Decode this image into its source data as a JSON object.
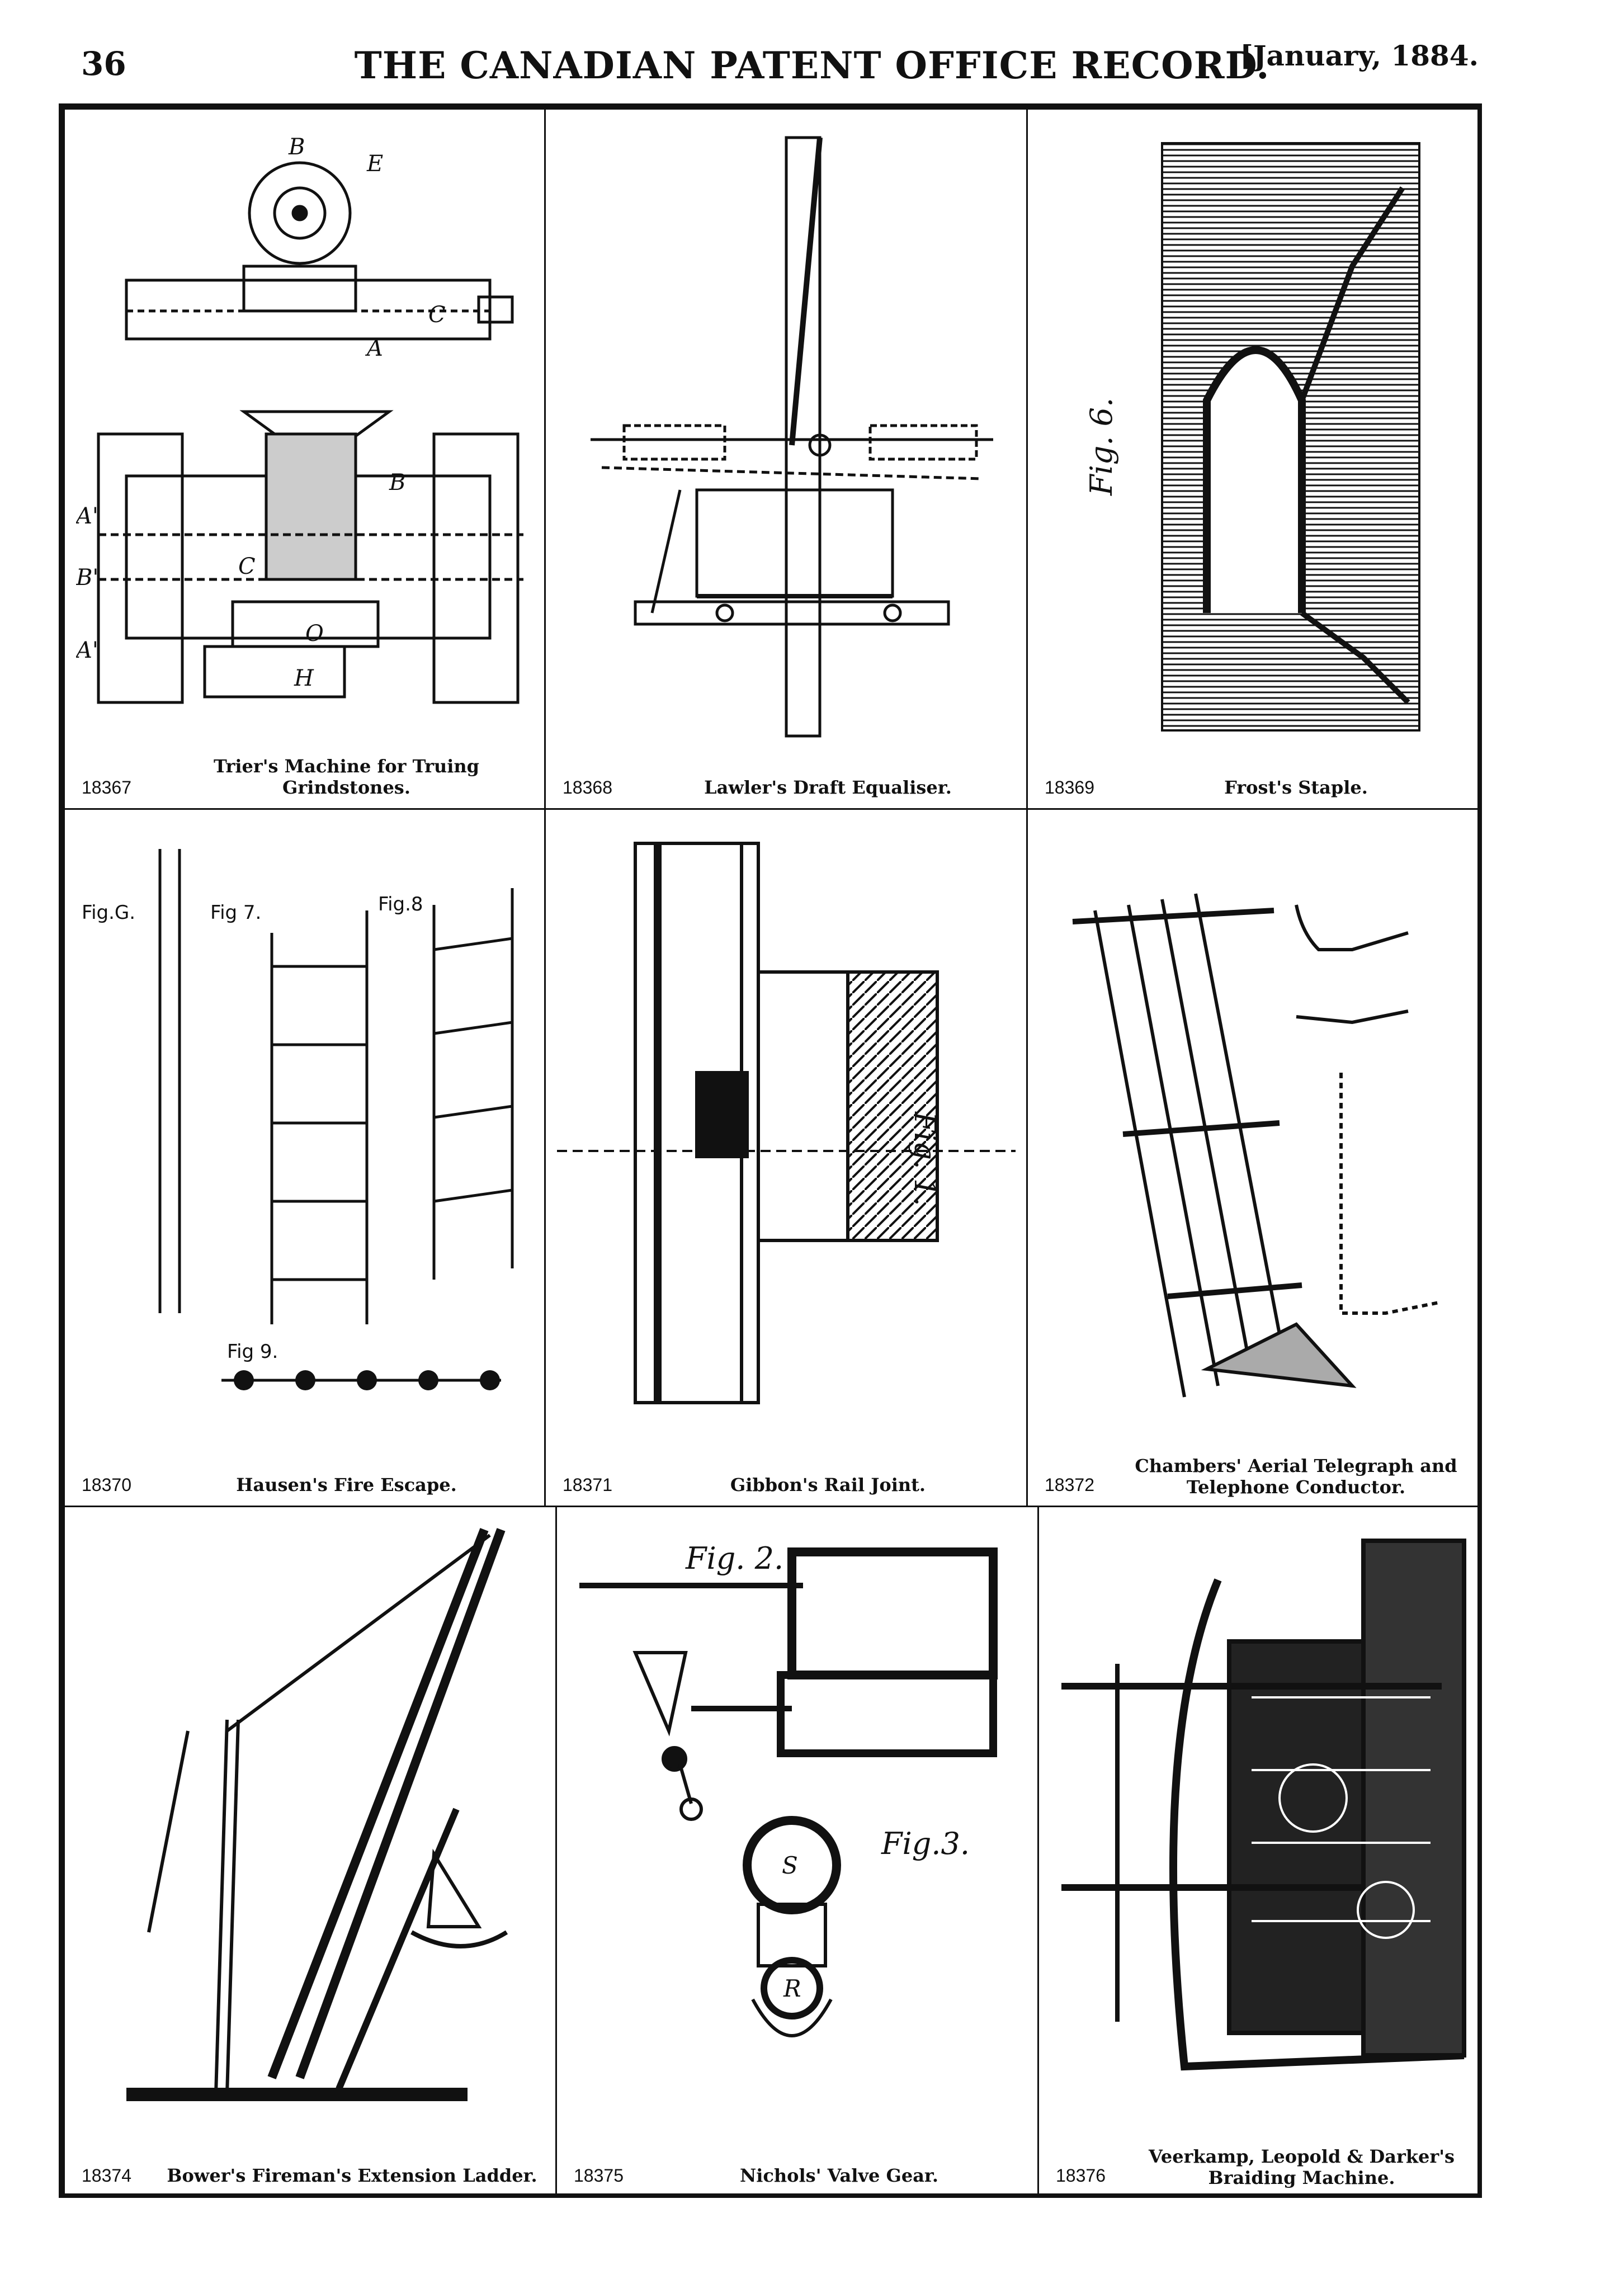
{
  "header": {
    "page_number": "36",
    "title": "THE CANADIAN PATENT OFFICE RECORD.",
    "date": "[January, 1884."
  },
  "patents": [
    {
      "number": "18367",
      "name": "Trier's Machine for Truing Grindstones."
    },
    {
      "number": "18368",
      "name": "Lawler's Draft Equaliser."
    },
    {
      "number": "18369",
      "name": "Frost's Staple."
    },
    {
      "number": "18370",
      "name": "Hausen's Fire Escape."
    },
    {
      "number": "18371",
      "name": "Gibbon's Rail Joint."
    },
    {
      "number": "18372",
      "name": "Chambers' Aerial Telegraph and Telephone Conductor."
    },
    {
      "number": "18374",
      "name": "Bower's Fireman's Extension Ladder."
    },
    {
      "number": "18375",
      "name": "Nichols' Valve Gear."
    },
    {
      "number": "18376",
      "name": "Veerkamp, Leopold & Darker's Braiding Machine."
    }
  ],
  "figure_labels": {
    "fig6": "Fig. 6.",
    "fig_g": "Fig.G.",
    "fig_7": "Fig 7.",
    "fig_8": "Fig.8",
    "fig_9": "Fig 9.",
    "fig_1": "Fig. 1.",
    "fig_2": "Fig. 2.",
    "fig_3": "Fig.3."
  }
}
